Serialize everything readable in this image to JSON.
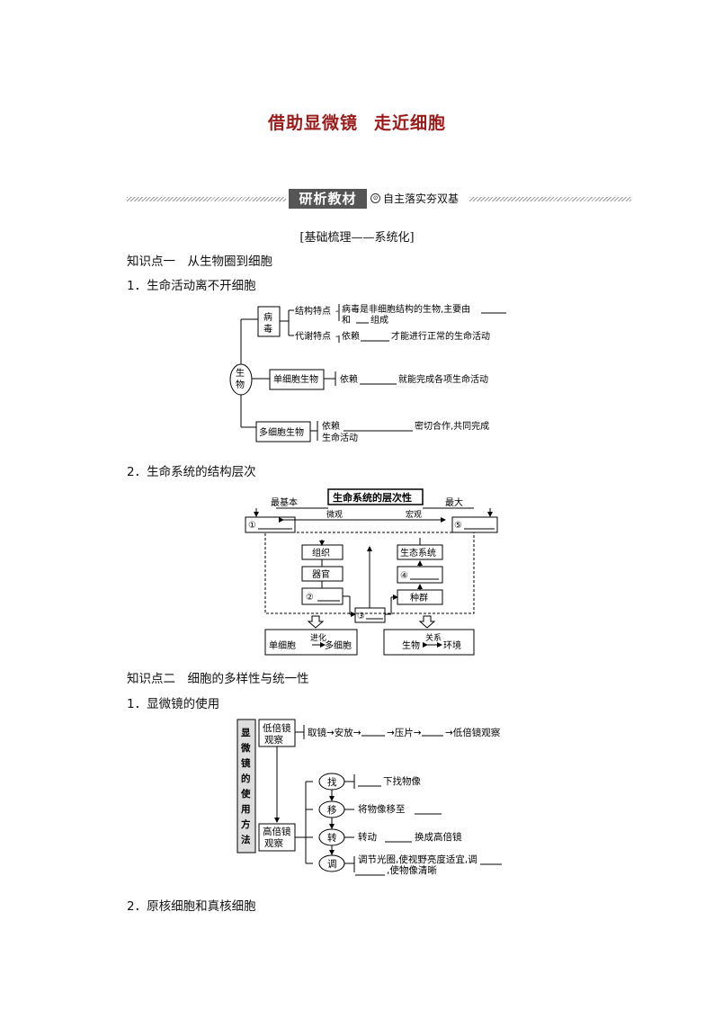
{
  "title": {
    "part1": "借助显微镜",
    "part2": "走近细胞"
  },
  "banner": {
    "label": "研析教材",
    "dot": "⊙",
    "subtitle": "自主落实夯双基"
  },
  "subheading": "[基础梳理——系统化]",
  "section1": {
    "heading": "知识点一　从生物圈到细胞",
    "item1": "1．生命活动离不开细胞",
    "item2": "2．生命系统的结构层次"
  },
  "diagram1": {
    "root": "生物",
    "virus": "病毒",
    "virus_struct_label": "结构特点",
    "virus_struct_line1": "病毒是非细胞结构的生物,主要由",
    "virus_struct_line2_a": "和",
    "virus_struct_line2_b": "组成",
    "virus_meta_label": "代谢特点",
    "virus_meta_text_a": "依赖",
    "virus_meta_text_b": "才能进行正常的生命活动",
    "unicell": "单细胞生物",
    "unicell_text_a": "依赖",
    "unicell_text_b": "就能完成各项生命活动",
    "multicell": "多细胞生物",
    "multicell_line1_a": "依赖",
    "multicell_line1_b": "密切合作,共同完成",
    "multicell_line2": "生命活动"
  },
  "diagram2": {
    "header": "生命系统的层次性",
    "basic": "最基本",
    "biggest": "最大",
    "micro": "微观",
    "macro": "宏观",
    "c1": "①",
    "c5": "⑤",
    "tissue": "组织",
    "organ": "器官",
    "c2": "②",
    "c3": "③",
    "ecosystem": "生态系统",
    "c4": "④",
    "population": "种群",
    "left_box_a": "单细胞",
    "left_box_arrow": "进化",
    "left_box_b": "多细胞",
    "right_box_a": "生物",
    "right_box_arrow": "关系",
    "right_box_b": "环境"
  },
  "section2": {
    "heading": "知识点二　细胞的多样性与统一性",
    "item1": "1．显微镜的使用",
    "item2": "2．原核细胞和真核细胞"
  },
  "diagram3": {
    "side": [
      "显",
      "微",
      "镜",
      "的",
      "使",
      "用",
      "方",
      "法"
    ],
    "low_line1": "低倍镜",
    "low_line2": "观察",
    "low_steps_a": "取镜→安放→",
    "low_steps_b": "→压片→",
    "low_steps_c": "→低倍镜观察",
    "high_line1": "高倍镜",
    "high_line2": "观察",
    "s1": "找",
    "s1_text": "下找物像",
    "s2": "移",
    "s2_text": "将物像移至",
    "s3": "转",
    "s3_text_a": "转动",
    "s3_text_b": "换成高倍镜",
    "s4": "调",
    "s4_line1": "调节光圈,使视野亮度适宜,调",
    "s4_line2": ",使物像清晰"
  }
}
